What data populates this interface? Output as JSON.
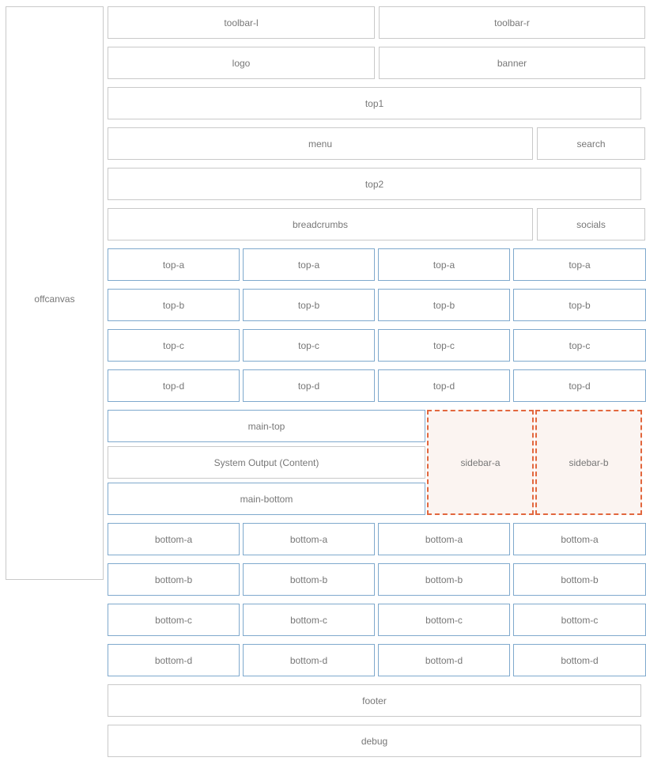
{
  "offcanvas": {
    "label": "offcanvas"
  },
  "rows": {
    "toolbar": {
      "left": "toolbar-l",
      "right": "toolbar-r"
    },
    "brand": {
      "logo": "logo",
      "banner": "banner"
    },
    "top1": {
      "label": "top1"
    },
    "nav": {
      "menu": "menu",
      "search": "search"
    },
    "top2": {
      "label": "top2"
    },
    "crumbs": {
      "breadcrumbs": "breadcrumbs",
      "socials": "socials"
    }
  },
  "top_grid": [
    {
      "key": "top-a",
      "cells": [
        "top-a",
        "top-a",
        "top-a",
        "top-a"
      ]
    },
    {
      "key": "top-b",
      "cells": [
        "top-b",
        "top-b",
        "top-b",
        "top-b"
      ]
    },
    {
      "key": "top-c",
      "cells": [
        "top-c",
        "top-c",
        "top-c",
        "top-c"
      ]
    },
    {
      "key": "top-d",
      "cells": [
        "top-d",
        "top-d",
        "top-d",
        "top-d"
      ]
    }
  ],
  "main": {
    "top": "main-top",
    "content": "System Output (Content)",
    "bottom": "main-bottom",
    "sidebar_a": "sidebar-a",
    "sidebar_b": "sidebar-b"
  },
  "bottom_grid": [
    {
      "key": "bottom-a",
      "cells": [
        "bottom-a",
        "bottom-a",
        "bottom-a",
        "bottom-a"
      ]
    },
    {
      "key": "bottom-b",
      "cells": [
        "bottom-b",
        "bottom-b",
        "bottom-b",
        "bottom-b"
      ]
    },
    {
      "key": "bottom-c",
      "cells": [
        "bottom-c",
        "bottom-c",
        "bottom-c",
        "bottom-c"
      ]
    },
    {
      "key": "bottom-d",
      "cells": [
        "bottom-d",
        "bottom-d",
        "bottom-d",
        "bottom-d"
      ]
    }
  ],
  "footer": {
    "label": "footer"
  },
  "debug": {
    "label": "debug"
  },
  "colors": {
    "neutral_border": "#c9c9c9",
    "blue_border": "#7fa9cd",
    "sidebar_border": "#e2673e",
    "sidebar_bg": "#fbf4f1",
    "text": "#777777"
  }
}
